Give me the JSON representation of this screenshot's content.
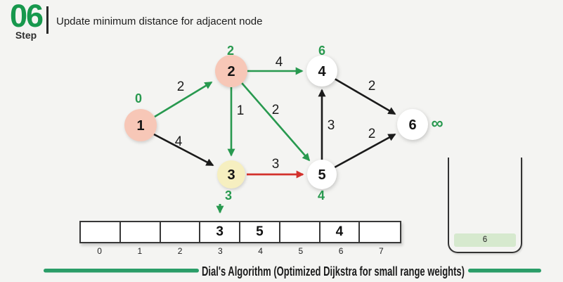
{
  "header": {
    "step_number": "06",
    "step_label": "Step",
    "description": "Update minimum distance for adjacent node"
  },
  "graph": {
    "nodes": [
      {
        "id": "1",
        "distance": "0",
        "fill": "pink"
      },
      {
        "id": "2",
        "distance": "2",
        "fill": "pink"
      },
      {
        "id": "3",
        "distance": "3",
        "fill": "yellow"
      },
      {
        "id": "4",
        "distance": "6",
        "fill": "white"
      },
      {
        "id": "5",
        "distance": "4",
        "fill": "white"
      },
      {
        "id": "6",
        "distance": "∞",
        "fill": "white"
      }
    ],
    "edges": [
      {
        "from": "1",
        "to": "2",
        "weight": "2",
        "color": "green"
      },
      {
        "from": "1",
        "to": "3",
        "weight": "4",
        "color": "black"
      },
      {
        "from": "2",
        "to": "3",
        "weight": "1",
        "color": "green"
      },
      {
        "from": "2",
        "to": "4",
        "weight": "4",
        "color": "green"
      },
      {
        "from": "2",
        "to": "5",
        "weight": "2",
        "color": "green"
      },
      {
        "from": "3",
        "to": "5",
        "weight": "3",
        "color": "red"
      },
      {
        "from": "5",
        "to": "4",
        "weight": "3",
        "color": "black"
      },
      {
        "from": "4",
        "to": "6",
        "weight": "2",
        "color": "black"
      },
      {
        "from": "5",
        "to": "6",
        "weight": "2",
        "color": "black"
      }
    ]
  },
  "bucket_array": {
    "cells": [
      "",
      "",
      "",
      "3",
      "5",
      "",
      "4",
      ""
    ],
    "indices": [
      "0",
      "1",
      "2",
      "3",
      "4",
      "5",
      "6",
      "7"
    ]
  },
  "bucket": {
    "items": [
      "6"
    ]
  },
  "footer": {
    "title": "Dial's Algorithm (Optimized Dijkstra for small range weights)"
  },
  "colors": {
    "accent_green": "#28994f",
    "step_green": "#17984d",
    "footer_green": "#2a9d68",
    "edge_black": "#1a1a1a",
    "edge_red": "#d3312c",
    "node_pink": "#f7c7b7",
    "node_yellow": "#f6efc0",
    "node_white": "#ffffff",
    "bucket_item_bg": "#d6e9ce"
  }
}
